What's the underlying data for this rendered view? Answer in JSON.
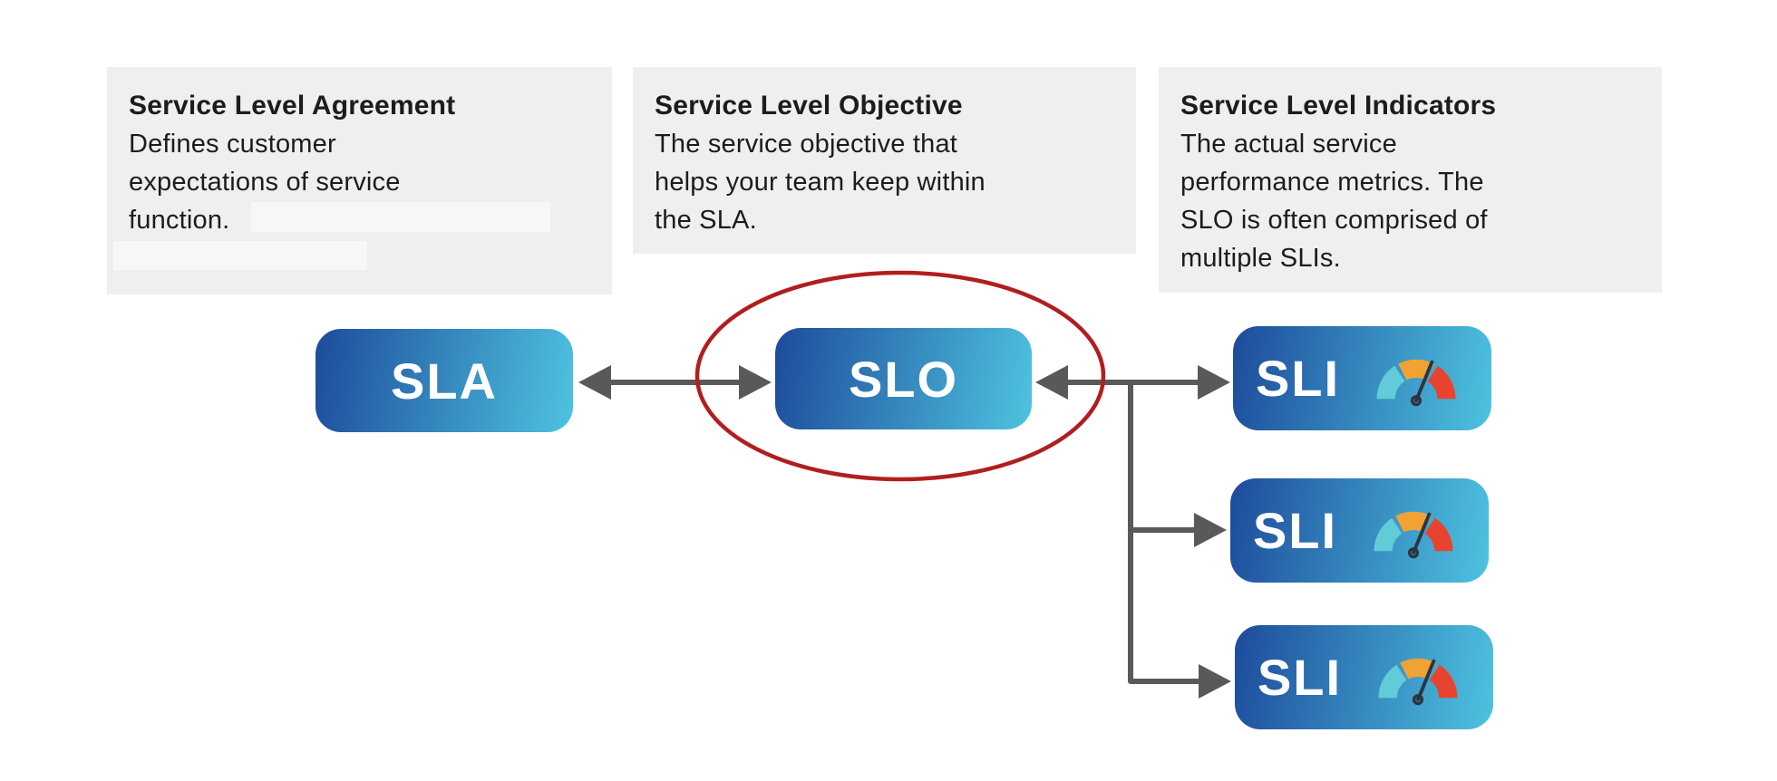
{
  "descriptions": [
    {
      "title": "Service Level Agreement",
      "body": "Defines customer\nexpectations of service\nfunction."
    },
    {
      "title": "Service Level Objective",
      "body": "The service objective that\nhelps your team keep within\nthe SLA."
    },
    {
      "title": "Service Level Indicators",
      "body": "The actual service\nperformance metrics. The\nSLO is often comprised of\nmultiple SLIs."
    }
  ],
  "nodes": {
    "sla": {
      "label": "SLA"
    },
    "slo": {
      "label": "SLO"
    },
    "sli": [
      {
        "label": "SLI"
      },
      {
        "label": "SLI"
      },
      {
        "label": "SLI"
      }
    ]
  },
  "annotation": {
    "shape": "red-ellipse-around-slo"
  },
  "colors": {
    "c-node-gradient-start": "#1d4b9b",
    "c-node-gradient-end": "#4ec3e0",
    "c-connector-gray": "#59595b",
    "c-annotation-red": "#b11e1e",
    "c-panel-gray": "#efefef",
    "c-redacted-gray": "#f7f7f7",
    "c-text-dark": "#1c1c1c",
    "c-node-text": "#ffffff",
    "c-gauge-teal": "#62cbd8",
    "c-gauge-orange": "#f0a233",
    "c-gauge-red": "#e8432e",
    "c-gauge-needle": "#2b3540"
  }
}
